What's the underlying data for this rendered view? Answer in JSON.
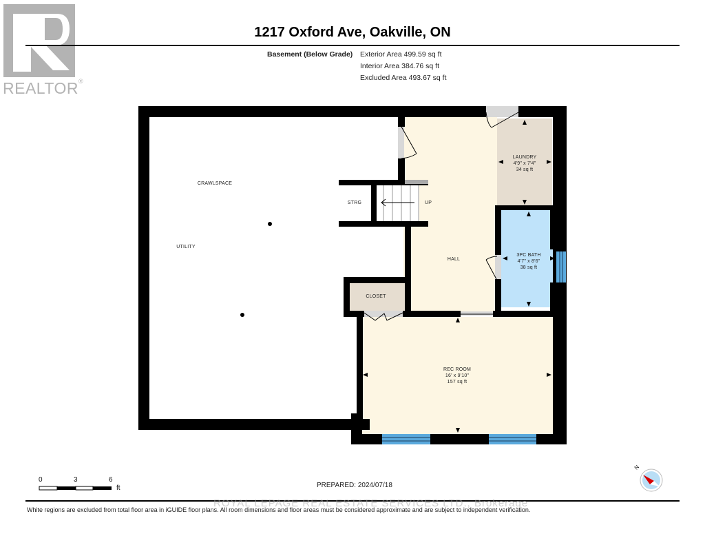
{
  "branding": {
    "logo_letter": "R",
    "logo_word": "REALTOR",
    "logo_reg": "®"
  },
  "header": {
    "title": "1217 Oxford Ave, Oakville, ON",
    "level": "Basement (Below Grade)",
    "areas": [
      "Exterior Area 499.59 sq ft",
      "Interior Area 384.76 sq ft",
      "Excluded Area 493.67 sq ft"
    ]
  },
  "colors": {
    "wall": "#000000",
    "finished_room": "#fdf6e3",
    "laundry_closet": "#e6ddd0",
    "bathroom": "#bfe3fa",
    "window": "#5aa9dc",
    "door_gray": "#d8d8d8",
    "excluded": "#ffffff"
  },
  "rooms": {
    "crawlspace": {
      "name": "CRAWLSPACE"
    },
    "utility": {
      "name": "UTILITY"
    },
    "storage": {
      "name": "STRG"
    },
    "stairs": {
      "label": "UP"
    },
    "laundry": {
      "name": "LAUNDRY",
      "dims": "4'9\" x 7'4\"",
      "area": "34 sq ft"
    },
    "bath": {
      "name": "3PC BATH",
      "dims": "4'7\" x 8'6\"",
      "area": "38 sq ft"
    },
    "hall": {
      "name": "HALL"
    },
    "closet": {
      "name": "CLOSET"
    },
    "rec_room": {
      "name": "REC ROOM",
      "dims": "16' x 9'10\"",
      "area": "157 sq ft"
    }
  },
  "scale_bar": {
    "ticks": [
      "0",
      "3",
      "6"
    ],
    "unit": "ft"
  },
  "footer": {
    "prepared": "PREPARED: 2024/07/18",
    "watermark": "ROYAL LEPAGE REAL ESTATE SERVICES LTD., Brokerage",
    "disclaimer": "White regions are excluded from total floor area in iGUIDE floor plans. All room dimensions and floor areas must be considered approximate and are subject to independent verification."
  },
  "compass": {
    "label": "N"
  }
}
